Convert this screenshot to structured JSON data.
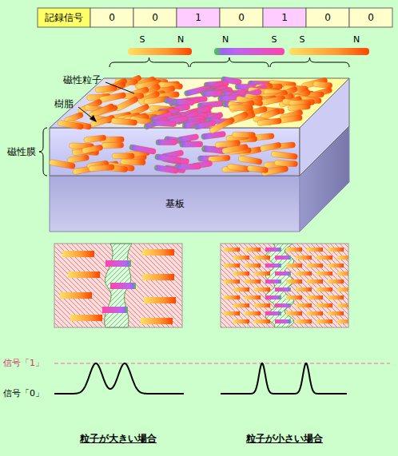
{
  "diagram": {
    "nodes": [
      {
        "text": [
          "基板"
        ]
      }
    ],
    "labels": [
      "記録信号",
      "0",
      "0",
      "1",
      "0",
      "1",
      "0",
      "0",
      "S",
      "N",
      "N",
      "S",
      "S",
      "N",
      "磁性粒子",
      "樹脂",
      "磁性膜",
      "信号「1」",
      "信号「0」",
      "粒子が大きい場合",
      "粒子が小さい場合"
    ]
  }
}
